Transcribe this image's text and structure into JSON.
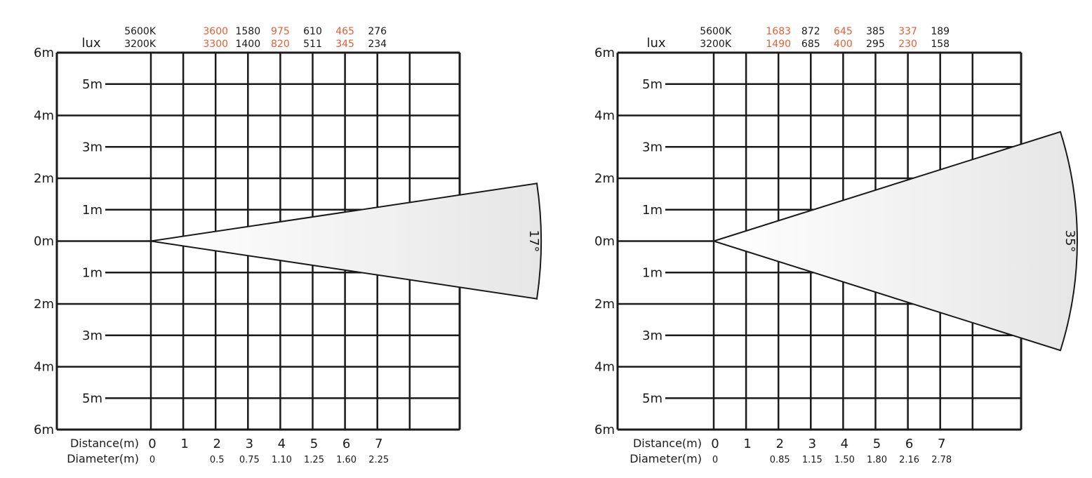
{
  "colors": {
    "text": "#1a1a1a",
    "accent": "#e0603a",
    "grid": "#1a1a1a",
    "beam_fill_start": "#ffffff",
    "beam_fill_end": "#e6e6e6"
  },
  "diagrams": [
    {
      "beam_angle_label": "17°",
      "beam_angle_deg": 17,
      "lux_label": "lux",
      "rows": [
        {
          "label": "5600K",
          "values": [
            "3600",
            "1580",
            "975",
            "610",
            "465",
            "276"
          ]
        },
        {
          "label": "3200K",
          "values": [
            "3300",
            "1400",
            "820",
            "511",
            "345",
            "234"
          ]
        }
      ],
      "highlighted_columns": [
        0,
        2,
        4
      ],
      "y_axis_labels": [
        "6m",
        "5m",
        "4m",
        "3m",
        "2m",
        "1m",
        "0m",
        "1m",
        "2m",
        "3m",
        "4m",
        "5m",
        "6m"
      ],
      "distance_label": "Distance(m)",
      "distances": [
        "0",
        "1",
        "2",
        "3",
        "4",
        "5",
        "6",
        "7"
      ],
      "diameter_label": "Diameter(m)",
      "diameters": [
        "0",
        "",
        "0.5",
        "0.75",
        "1.10",
        "1.25",
        "1.60",
        "2.25"
      ]
    },
    {
      "beam_angle_label": "35°",
      "beam_angle_deg": 35,
      "lux_label": "lux",
      "rows": [
        {
          "label": "5600K",
          "values": [
            "1683",
            "872",
            "645",
            "385",
            "337",
            "189"
          ]
        },
        {
          "label": "3200K",
          "values": [
            "1490",
            "685",
            "400",
            "295",
            "230",
            "158"
          ]
        }
      ],
      "highlighted_columns": [
        0,
        2,
        4
      ],
      "y_axis_labels": [
        "6m",
        "5m",
        "4m",
        "3m",
        "2m",
        "1m",
        "0m",
        "1m",
        "2m",
        "3m",
        "4m",
        "5m",
        "6m"
      ],
      "distance_label": "Distance(m)",
      "distances": [
        "0",
        "1",
        "2",
        "3",
        "4",
        "5",
        "6",
        "7"
      ],
      "diameter_label": "Diameter(m)",
      "diameters": [
        "0",
        "",
        "0.85",
        "1.15",
        "1.50",
        "1.80",
        "2.16",
        "2.78"
      ]
    }
  ]
}
